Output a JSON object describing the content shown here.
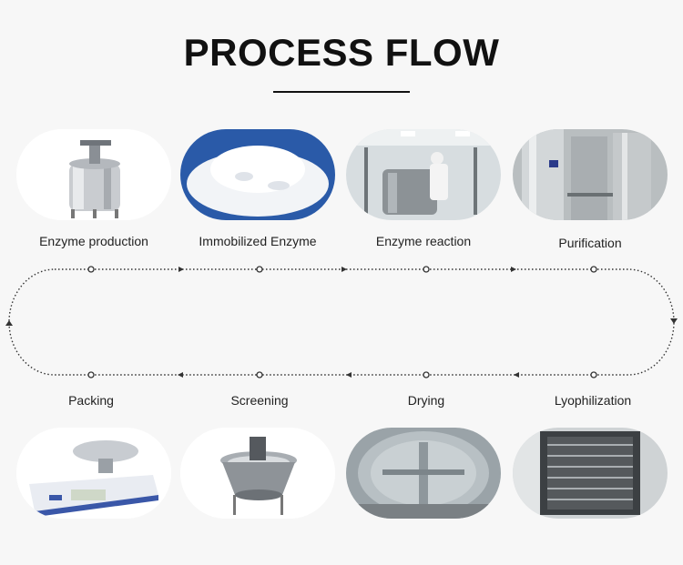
{
  "title": "PROCESS FLOW",
  "steps": [
    {
      "label": "Enzyme production",
      "icon": "stainless-tank-icon"
    },
    {
      "label": "Immobilized Enzyme",
      "icon": "white-powder-icon"
    },
    {
      "label": "Enzyme reaction",
      "icon": "reactor-worker-icon"
    },
    {
      "label": "Purification",
      "icon": "purification-tanks-icon"
    },
    {
      "label": "Lyophilization",
      "icon": "freeze-dryer-icon"
    },
    {
      "label": "Drying",
      "icon": "vacuum-dryer-icon"
    },
    {
      "label": "Screening",
      "icon": "vibrating-screen-icon"
    },
    {
      "label": "Packing",
      "icon": "weighing-scale-icon"
    }
  ],
  "colors": {
    "line": "#333333",
    "title": "#111111",
    "background": "#f7f7f7"
  }
}
